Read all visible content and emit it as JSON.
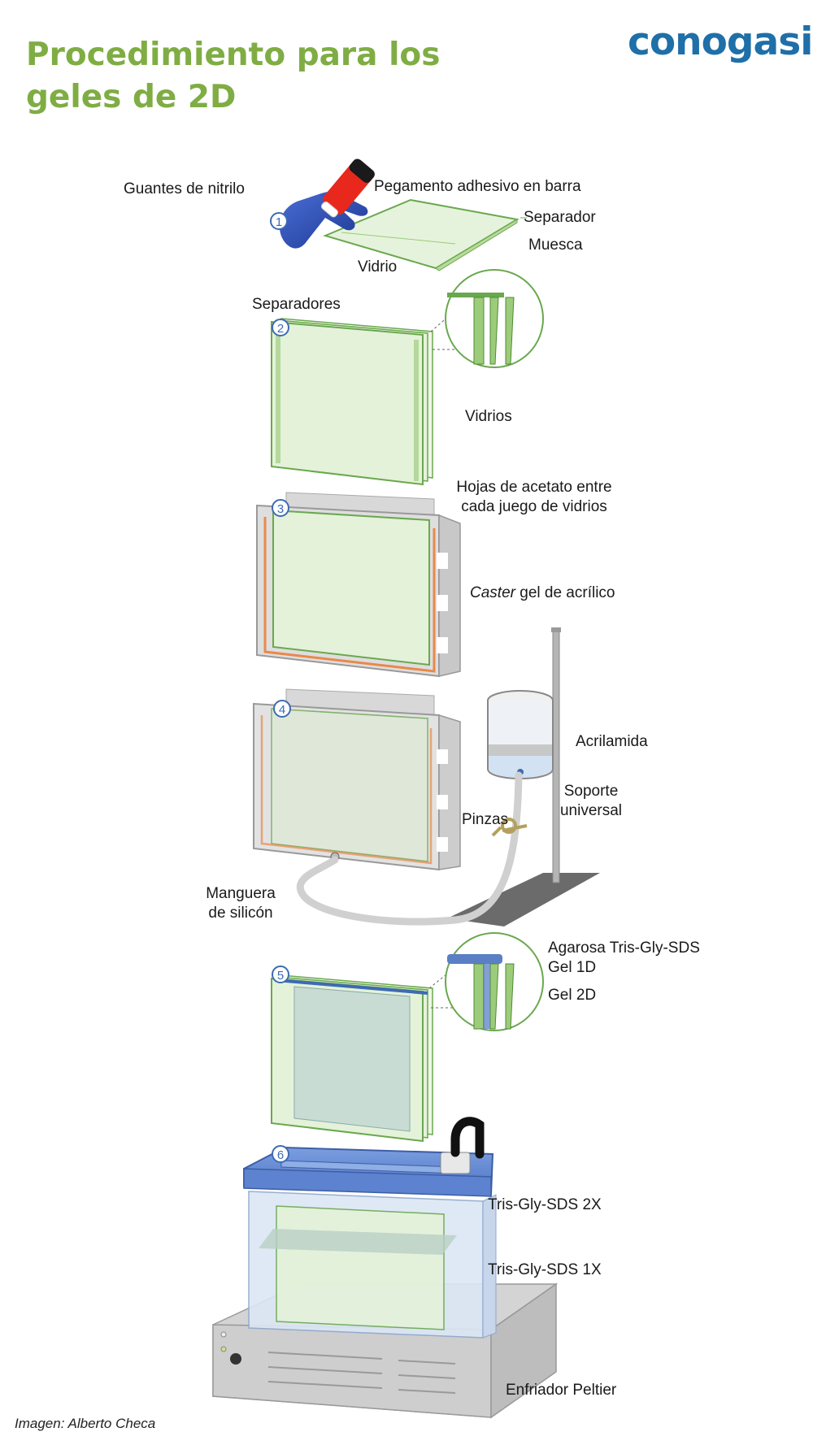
{
  "title": "Procedimiento para los geles de 2D",
  "brand": "conogasi",
  "steps": [
    "1",
    "2",
    "3",
    "4",
    "5",
    "6"
  ],
  "labels": {
    "guantes": "Guantes de nitrilo",
    "pegamento": "Pegamento adhesivo en barra",
    "separador": "Separador",
    "muesca": "Muesca",
    "vidrio": "Vidrio",
    "separadores": "Separadores",
    "vidrios": "Vidrios",
    "acetato_1": "Hojas de acetato entre",
    "acetato_2": "cada juego de vidrios",
    "caster_italic": "Caster",
    "caster_rest": " gel de acrílico",
    "acrilamida": "Acrilamida",
    "soporte_1": "Soporte",
    "soporte_2": "universal",
    "pinzas": "Pinzas",
    "manguera_1": "Manguera",
    "manguera_2": "de silicón",
    "agarosa": "Agarosa Tris-Gly-SDS",
    "gel1d": "Gel 1D",
    "gel2d": "Gel 2D",
    "tris2x": "Tris-Gly-SDS 2X",
    "tris1x": "Tris-Gly-SDS 1X",
    "enfriador": "Enfriador Peltier"
  },
  "credit": "Imagen: Alberto Checa",
  "colors": {
    "title": "#7fad44",
    "brand": "#1f6fa8",
    "glass_fill": "#e4f2d9",
    "glass_stroke": "#6aa84f",
    "step_circle": "#3d6bb3",
    "gel_blue": "#5b7fc4",
    "orange_seal": "#e8894a",
    "glove": "#2f4fb5",
    "glue_stick": "#e8281c"
  }
}
